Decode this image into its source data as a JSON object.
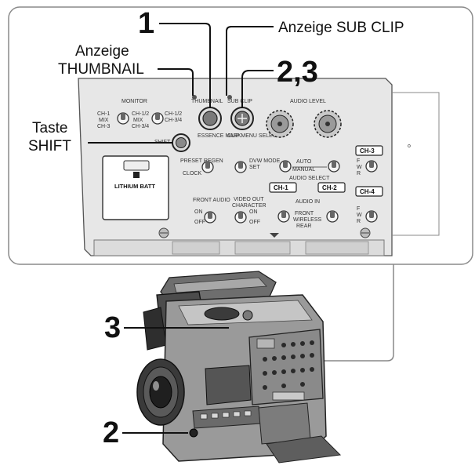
{
  "callouts": {
    "one": "1",
    "two_three": "2,3",
    "three": "3",
    "two": "2",
    "sub_clip_label": "Anzeige SUB CLIP",
    "thumbnail_label_line1": "Anzeige",
    "thumbnail_label_line2": "THUMBNAIL",
    "shift_label_line1": "Taste",
    "shift_label_line2": "SHIFT"
  },
  "panel": {
    "monitor": "MONITOR",
    "thumbnail": "THUMBNAIL",
    "sub_clip": "SUB CLIP",
    "audio_level": "AUDIO LEVEL",
    "ch1_mix_left": "CH-1",
    "mix_left": "MIX",
    "ch3_left": "CH-3",
    "ch12": "CH-1/2",
    "mix_mid": "MIX",
    "ch34": "CH-3/4",
    "essence_mark": "ESSENCE MARK",
    "clip_menu_select": "CLIP MENU SELECT",
    "shift": "SHIFT",
    "preset_regen": "PRESET REGEN",
    "clock": "CLOCK",
    "dvw_mode": "DVW MODE",
    "set": "SET",
    "auto": "AUTO",
    "manual": "MANUAL",
    "audio_select": "AUDIO SELECT",
    "ch_1": "CH-1",
    "ch_2": "CH-2",
    "ch_3": "CH-3",
    "ch_4": "CH-4",
    "audio_in": "AUDIO IN",
    "front_audio": "FRONT AUDIO",
    "rear": "REAR",
    "front": "FRONT",
    "wireless": "WIRELESS",
    "video_out": "VIDEO OUT",
    "character": "CHARACTER",
    "on": "ON",
    "off": "OFF",
    "battery": "LITHIUM BATT"
  }
}
